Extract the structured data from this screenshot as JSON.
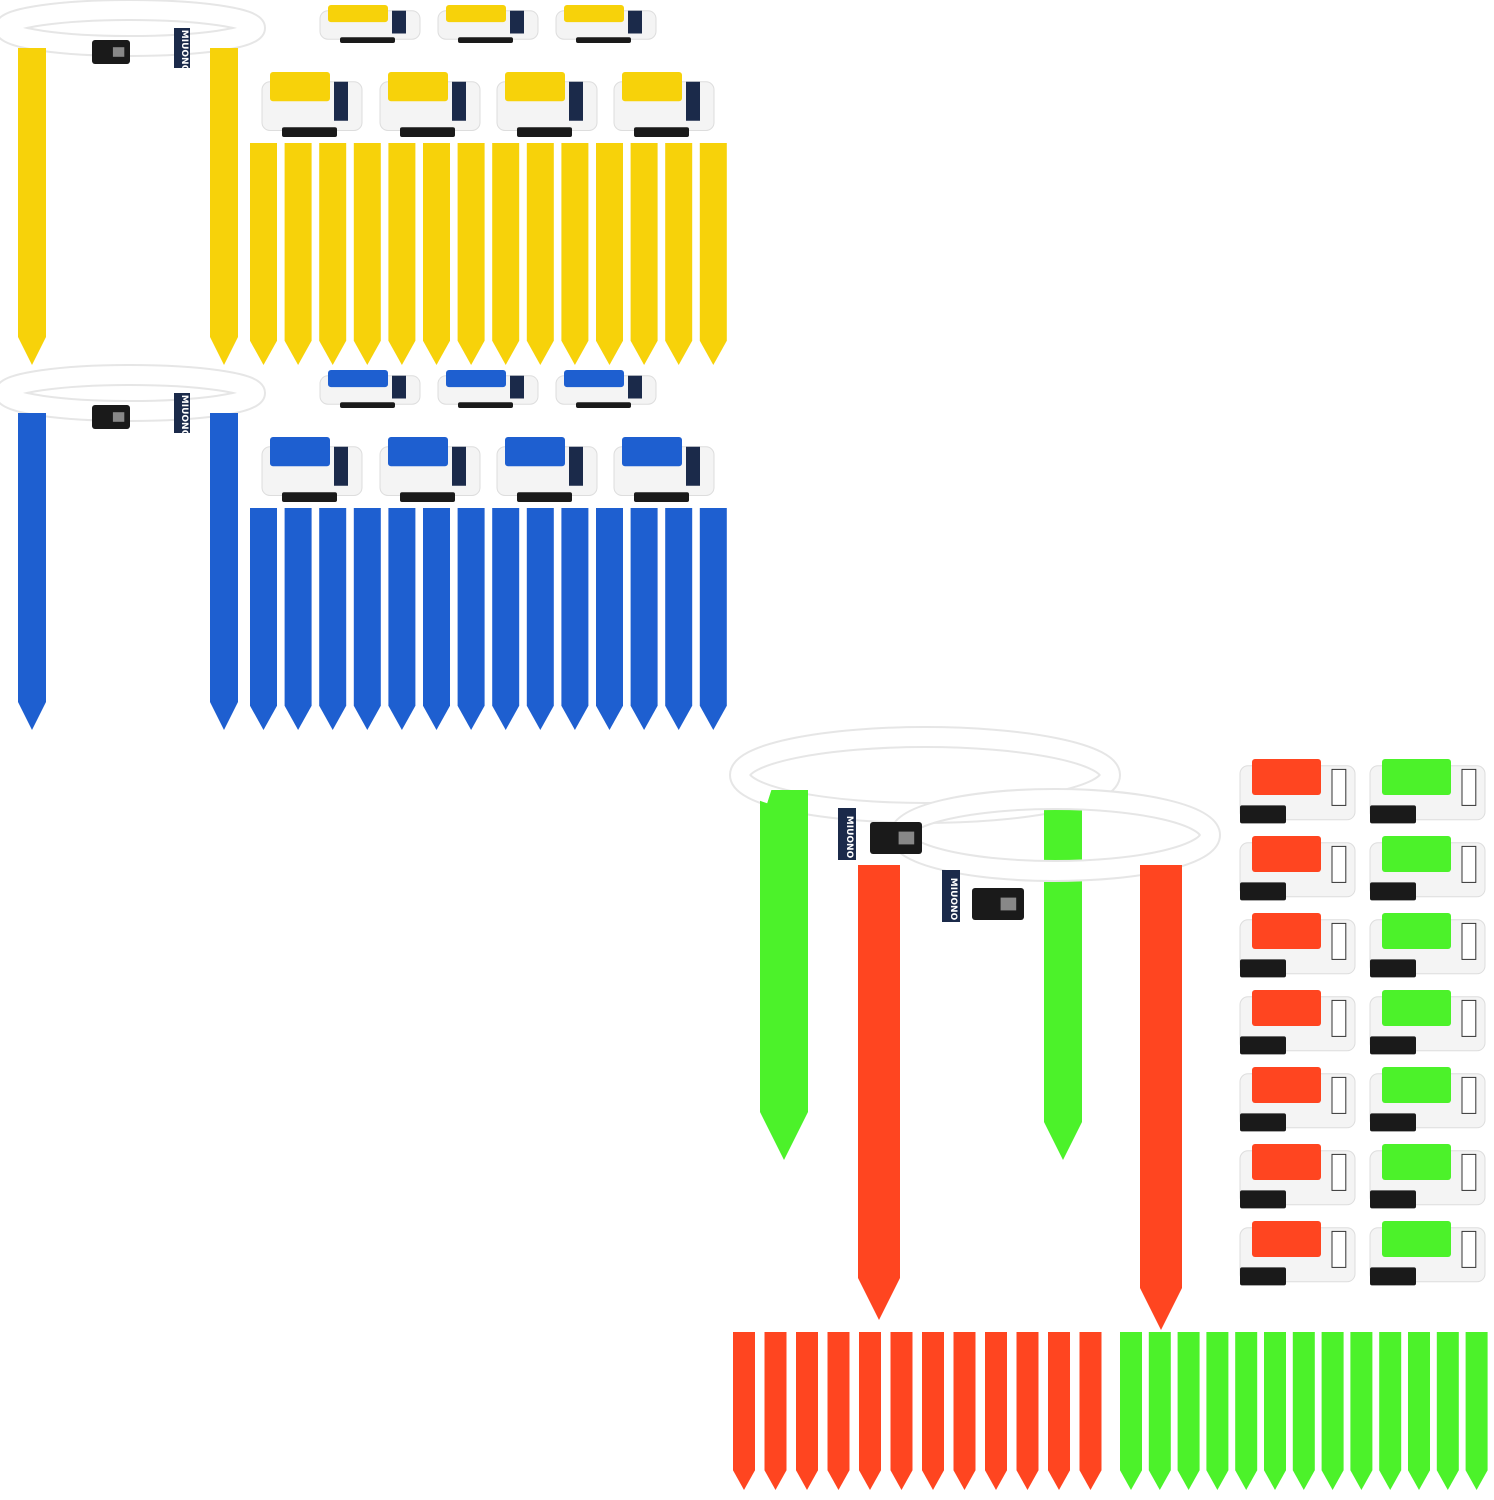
{
  "brand": "MIUONO",
  "colors": {
    "yellow": "#f7d20a",
    "blue": "#1e5fd0",
    "green": "#4cf22a",
    "red": "#ff4520",
    "belt": "#ffffff",
    "buckle": "#1a1a1a",
    "label": "#1b2a4a"
  },
  "sets": [
    {
      "color": "yellow",
      "belts": 1,
      "packs": 7,
      "loose_flags": 14
    },
    {
      "color": "blue",
      "belts": 1,
      "packs": 7,
      "loose_flags": 14
    },
    {
      "color": "red",
      "belts": 1,
      "packs": 7,
      "loose_flags": 12
    },
    {
      "color": "green",
      "belts": 1,
      "packs": 7,
      "loose_flags": 13
    }
  ]
}
